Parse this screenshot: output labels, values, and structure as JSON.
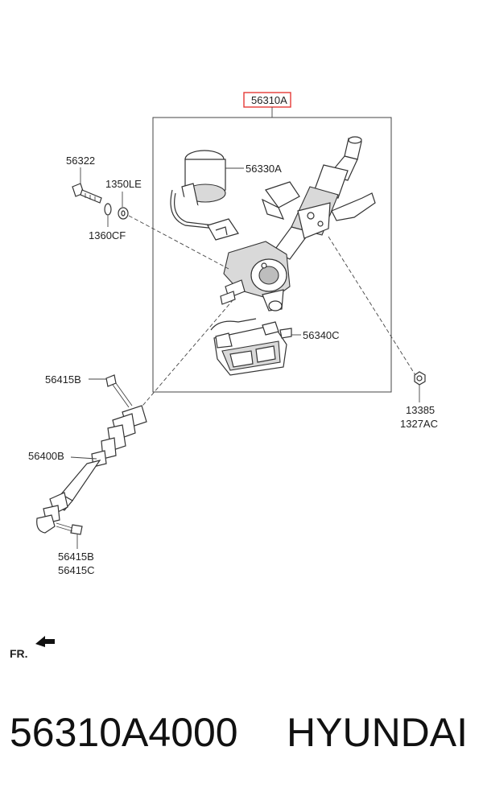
{
  "diagram": {
    "assembly_part": "56310A",
    "parts": {
      "p56330A": "56330A",
      "p56322": "56322",
      "p1350LE": "1350LE",
      "p1360CF": "1360CF",
      "p56340C": "56340C",
      "p56415B_top": "56415B",
      "p13385": "13385",
      "p1327AC": "1327AC",
      "p56400B": "56400B",
      "p56415B_bottom": "56415B",
      "p56415C": "56415C"
    },
    "front_marker": "FR."
  },
  "footer": {
    "part_number": "56310A4000",
    "brand": "HYUNDAI"
  },
  "colors": {
    "highlight_box": "#e53935",
    "line": "#333333"
  }
}
